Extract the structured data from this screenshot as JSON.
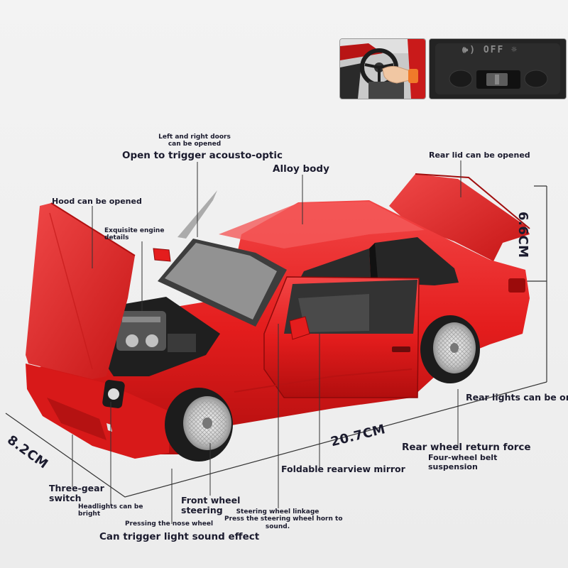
{
  "product": {
    "color": "#e41d1d"
  },
  "insets": {
    "steering_photo": {
      "icon": "hand-pressing-steering-wheel"
    },
    "switch_photo": {
      "text": "🕪) OFF ☼"
    }
  },
  "labels": {
    "doors": [
      "Left and right doors",
      "can be opened"
    ],
    "acousto": "Open to trigger acousto-optic",
    "alloy": "Alloy body",
    "rear_lid": "Rear lid can be opened",
    "hood": "Hood can be opened",
    "engine": [
      "Exquisite engine",
      "details"
    ],
    "rear_lights": "Rear lights can be on",
    "rear_wheel": "Rear wheel return force",
    "suspension": [
      "Four-wheel belt",
      "suspension"
    ],
    "mirror": "Foldable rearview mirror",
    "three_gear": [
      "Three-gear",
      "switch"
    ],
    "headlights": [
      "Headlights can be",
      "bright"
    ],
    "front_steering": [
      "Front wheel",
      "steering"
    ],
    "nose_wheel": "Pressing the nose wheel",
    "steering_linkage": [
      "Steering wheel linkage",
      "Press the steering wheel horn to",
      "sound."
    ],
    "light_sound": "Can trigger light sound effect"
  },
  "dimensions": {
    "height": "6.6CM",
    "width": "8.2CM",
    "length": "20.7CM"
  }
}
